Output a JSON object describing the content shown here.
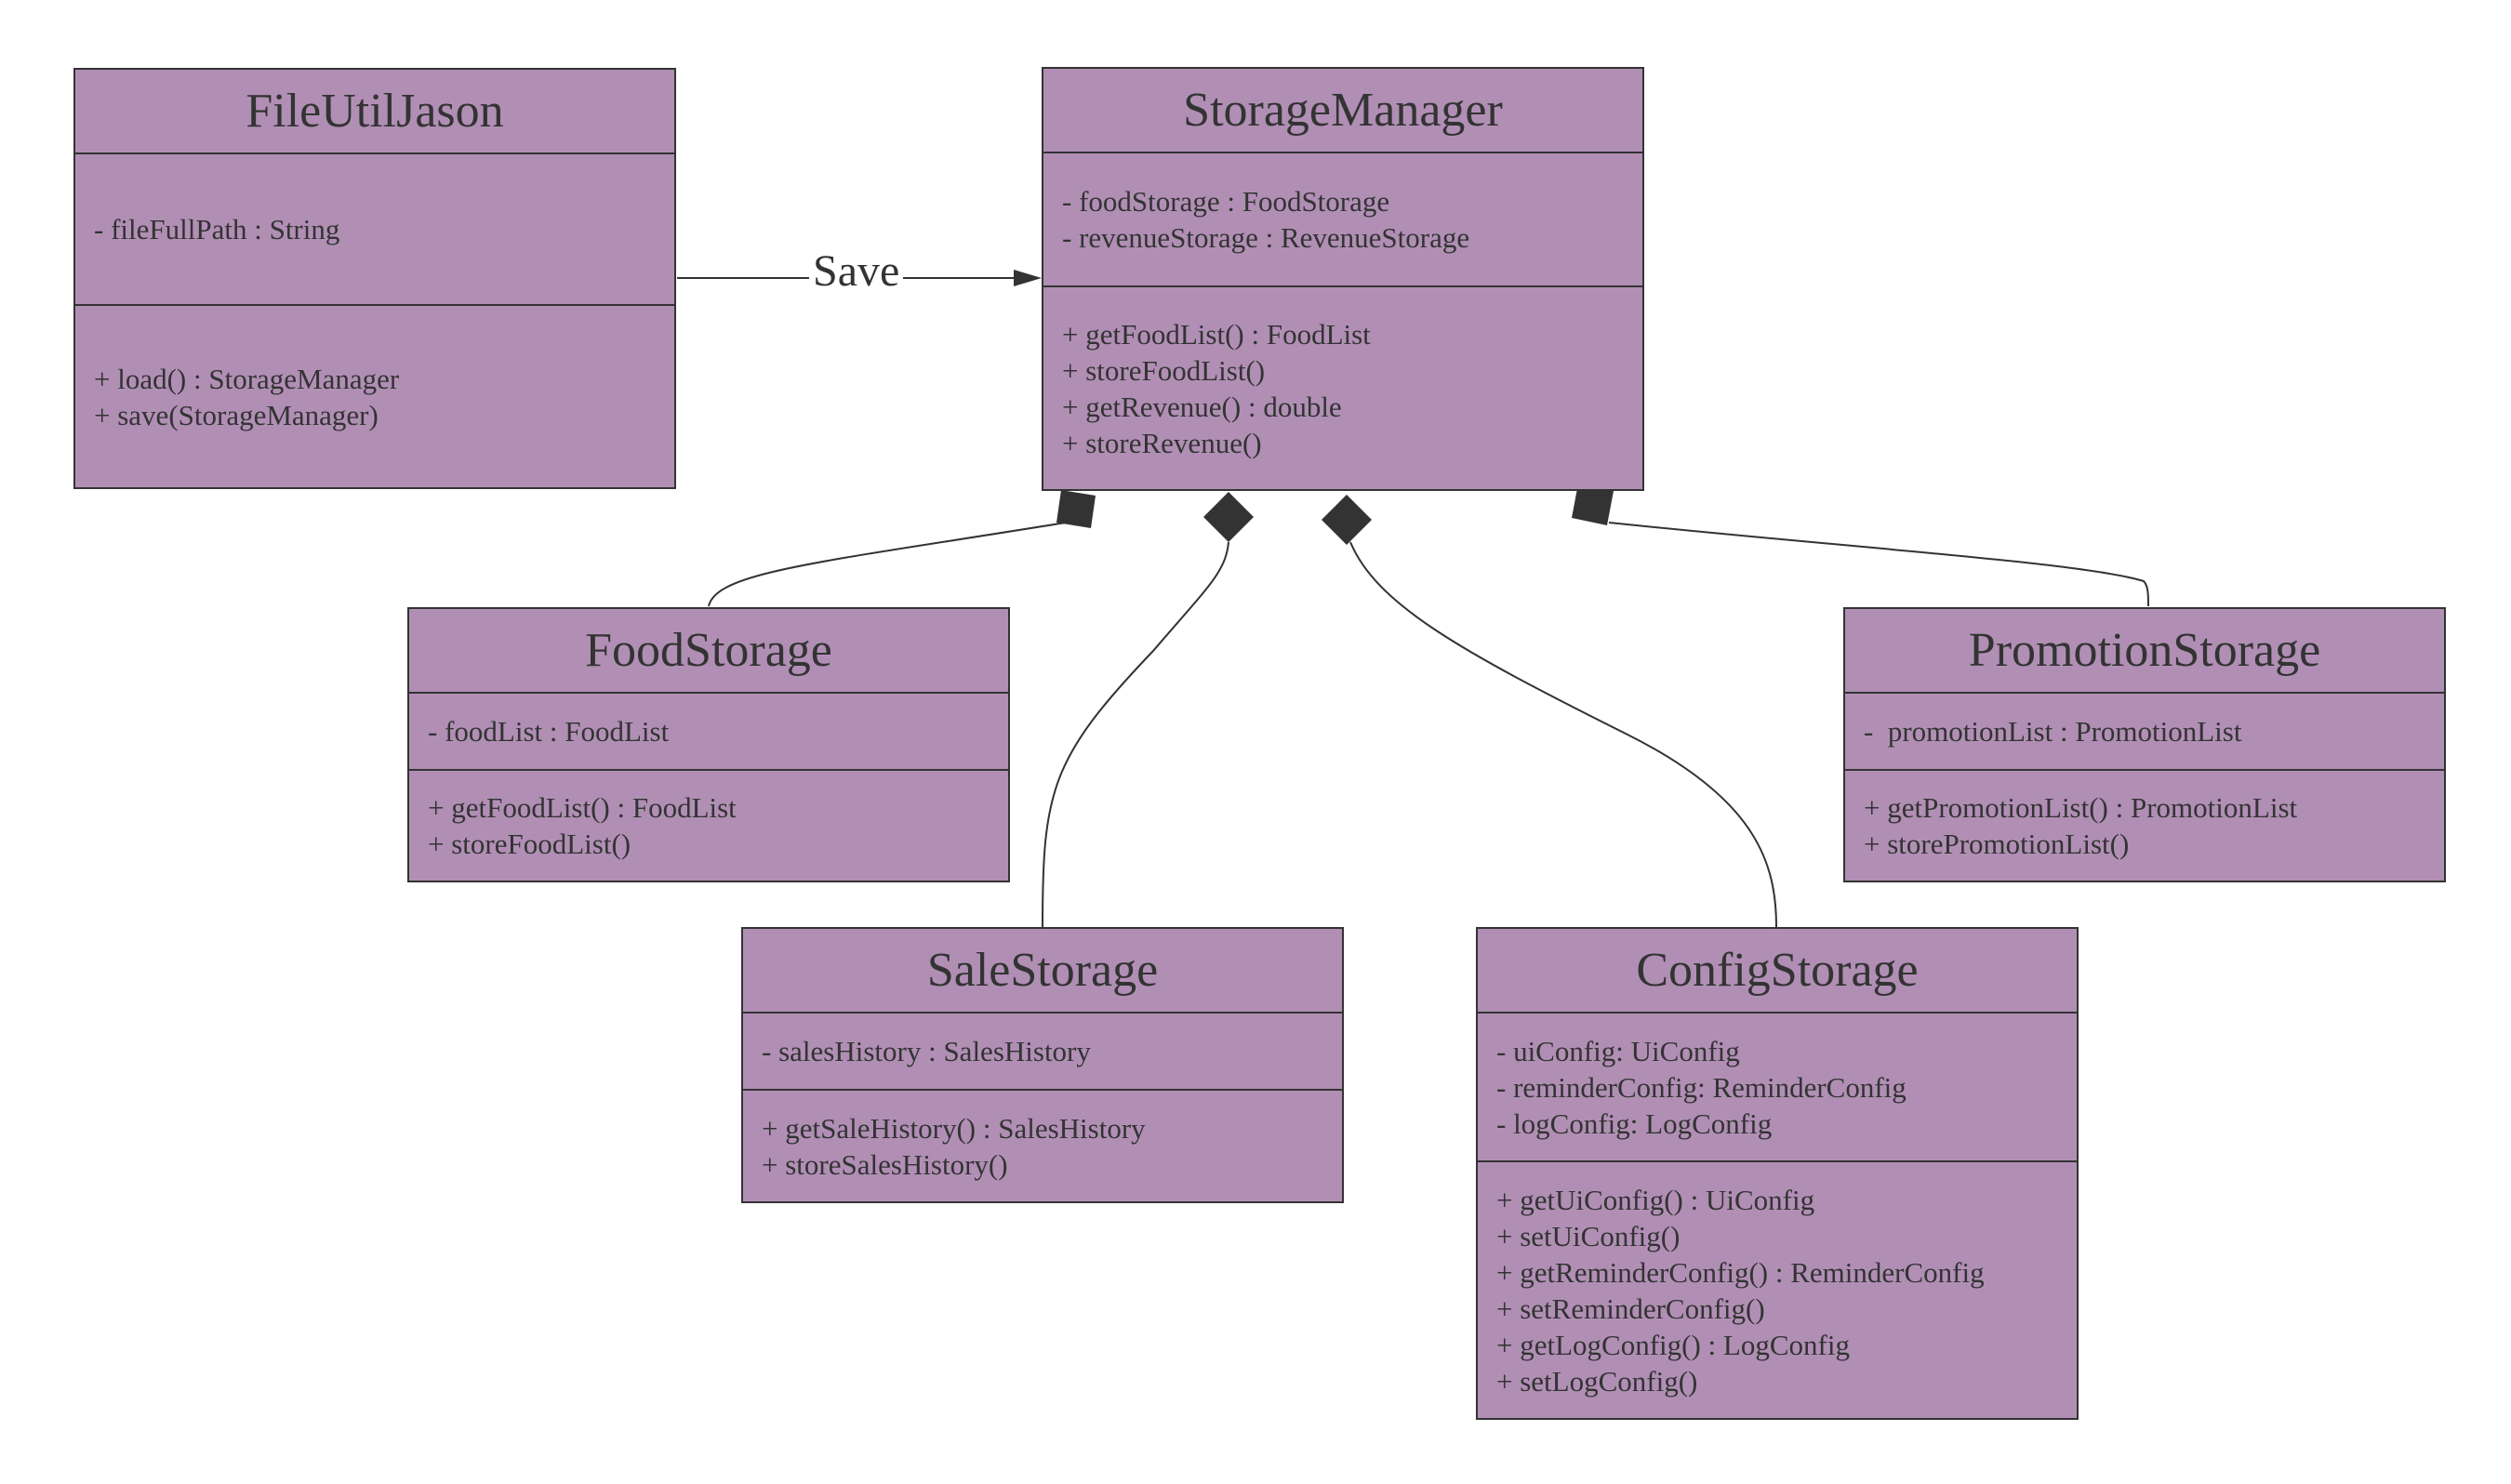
{
  "classes": {
    "file_util": {
      "name": "FileUtilJason",
      "attributes": [
        "- fileFullPath : String"
      ],
      "operations": [
        "+ load() : StorageManager",
        "+ save(StorageManager)"
      ]
    },
    "storage_manager": {
      "name": "StorageManager",
      "attributes": [
        "- foodStorage : FoodStorage",
        "- revenueStorage : RevenueStorage"
      ],
      "operations": [
        "+ getFoodList() : FoodList",
        "+ storeFoodList()",
        "+ getRevenue() : double",
        "+ storeRevenue()"
      ]
    },
    "food_storage": {
      "name": "FoodStorage",
      "attributes": [
        "- foodList : FoodList"
      ],
      "operations": [
        "+ getFoodList() : FoodList",
        "+ storeFoodList()"
      ]
    },
    "promotion_storage": {
      "name": "PromotionStorage",
      "attributes": [
        "-  promotionList : PromotionList"
      ],
      "operations": [
        "+ getPromotionList() : PromotionList",
        "+ storePromotionList()"
      ]
    },
    "sale_storage": {
      "name": "SaleStorage",
      "attributes": [
        "- salesHistory : SalesHistory"
      ],
      "operations": [
        "+ getSaleHistory() : SalesHistory",
        "+ storeSalesHistory()"
      ]
    },
    "config_storage": {
      "name": "ConfigStorage",
      "attributes": [
        "- uiConfig: UiConfig",
        "- reminderConfig: ReminderConfig",
        "- logConfig: LogConfig"
      ],
      "operations": [
        "+ getUiConfig() : UiConfig",
        "+ setUiConfig()",
        "+ getReminderConfig() : ReminderConfig",
        "+ setReminderConfig()",
        "+ getLogConfig() : LogConfig",
        "+ setLogConfig()"
      ]
    }
  },
  "associations": {
    "save_label": "Save"
  },
  "colors": {
    "class_fill": "#b18fb5",
    "stroke": "#333333",
    "background": "#ffffff"
  }
}
